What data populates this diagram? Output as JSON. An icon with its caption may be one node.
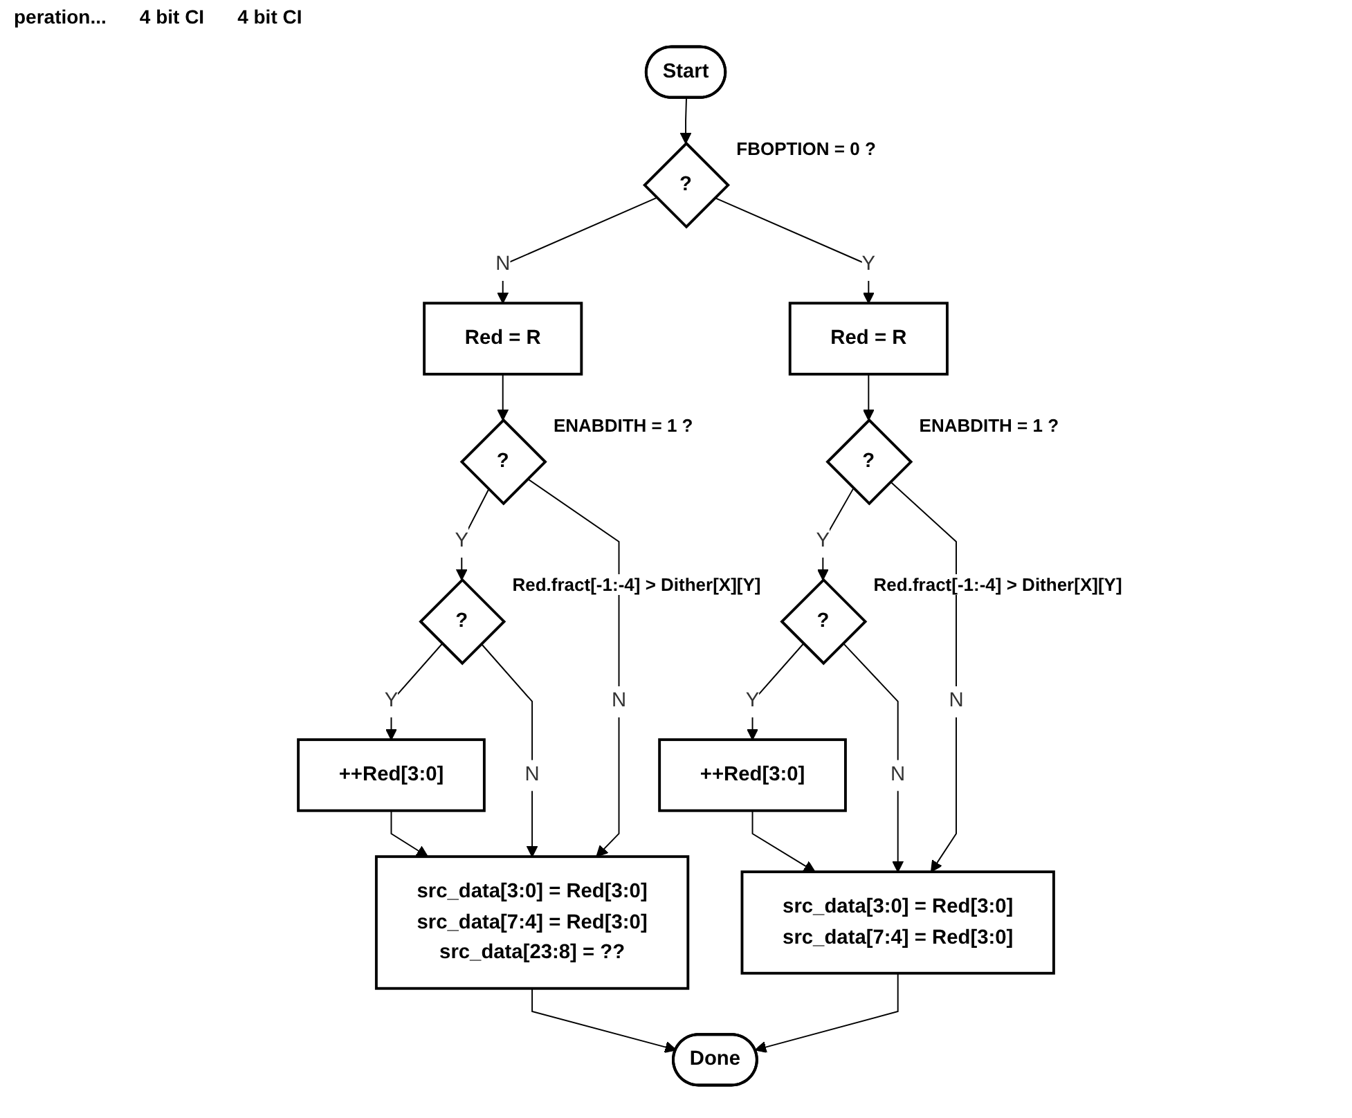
{
  "diagram": {
    "nodes": [
      {
        "text": [
          "Start"
        ]
      },
      {
        "text": [
          "?"
        ],
        "beside": [
          "FBOPTION = 0 ?"
        ]
      },
      {
        "text": [
          "Red = R"
        ]
      },
      {
        "text": [
          "?"
        ],
        "beside": [
          "ENABDITH = 1 ?"
        ]
      },
      {
        "text": [
          "?"
        ],
        "beside": [
          "Red.fract[-1:-4] > Dither[X][Y]"
        ]
      },
      {
        "text": [
          "++Red[3:0]"
        ]
      },
      {
        "text": [
          "src_data[3:0] = Red[3:0]",
          "src_data[7:4] = Red[3:0]",
          "src_data[23:8] = ??"
        ]
      },
      {
        "text": [
          "Red = R"
        ]
      },
      {
        "text": [
          "?"
        ],
        "beside": [
          "ENABDITH = 1 ?"
        ]
      },
      {
        "text": [
          "?"
        ],
        "beside": [
          "Red.fract[-1:-4] > Dither[X][Y]"
        ]
      },
      {
        "text": [
          "++Red[3:0]"
        ]
      },
      {
        "text": [
          "src_data[3:0] = Red[3:0]",
          "src_data[7:4] = Red[3:0]"
        ]
      },
      {
        "text": [
          "Done"
        ]
      }
    ],
    "edges": [
      {
        "from": 0,
        "to": 1,
        "arrow": "to"
      },
      {
        "from": 1,
        "to": 2,
        "arrow": "to",
        "label": "N"
      },
      {
        "from": 1,
        "to": 7,
        "arrow": "to",
        "label": "Y"
      },
      {
        "from": 2,
        "to": 3,
        "arrow": "to"
      },
      {
        "from": 3,
        "to": 4,
        "arrow": "to",
        "label": "Y"
      },
      {
        "from": 4,
        "to": 5,
        "arrow": "to",
        "label": "Y"
      },
      {
        "from": 5,
        "to": 6,
        "arrow": "to"
      },
      {
        "from": 4,
        "to": 6,
        "arrow": "to",
        "label": "N"
      },
      {
        "from": 3,
        "to": 6,
        "arrow": "to",
        "label": "N"
      },
      {
        "from": 6,
        "to": 12,
        "arrow": "to"
      },
      {
        "from": 7,
        "to": 8,
        "arrow": "to"
      },
      {
        "from": 8,
        "to": 9,
        "arrow": "to",
        "label": "Y"
      },
      {
        "from": 9,
        "to": 10,
        "arrow": "to",
        "label": "Y"
      },
      {
        "from": 10,
        "to": 11,
        "arrow": "to"
      },
      {
        "from": 9,
        "to": 11,
        "arrow": "to",
        "label": "N"
      },
      {
        "from": 8,
        "to": 11,
        "arrow": "to",
        "label": "N"
      },
      {
        "from": 11,
        "to": 12,
        "arrow": "to"
      }
    ],
    "labels": [
      "peration...",
      "4 bit CI",
      "4 bit CI"
    ]
  }
}
